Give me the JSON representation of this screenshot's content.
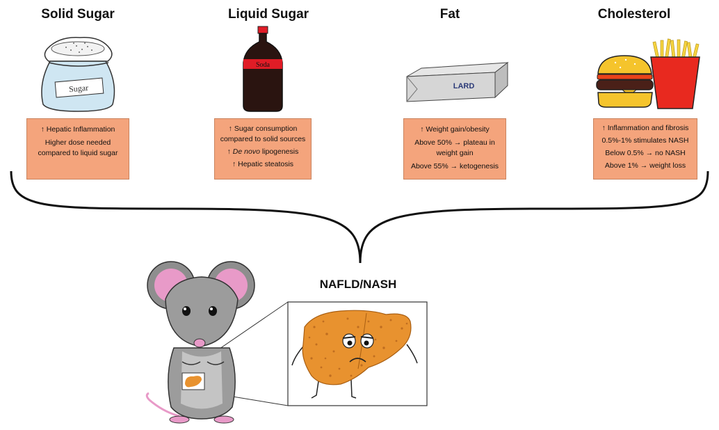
{
  "columns": [
    {
      "title": "Solid Sugar",
      "icon": "sugar-bag-icon",
      "icon_label": "Sugar",
      "lines": [
        "↑ Hepatic Inflammation",
        "Higher dose needed compared to liquid sugar"
      ]
    },
    {
      "title": "Liquid Sugar",
      "icon": "soda-bottle-icon",
      "icon_label": "Soda",
      "lines": [
        "↑ Sugar consumption compared to solid sources",
        "↑ De novo lipogenesis",
        "↑ Hepatic steatosis"
      ]
    },
    {
      "title": "Fat",
      "icon": "lard-block-icon",
      "icon_label": "LARD",
      "lines": [
        "↑ Weight gain/obesity",
        "Above 50% → plateau in weight gain",
        "Above 55% → ketogenesis"
      ]
    },
    {
      "title": "Cholesterol",
      "icon": "burger-fries-icon",
      "lines": [
        "↑ Inflammation and fibrosis",
        "0.5%-1% stimulates NASH",
        "Below 0.5% → no NASH",
        "Above 1% → weight loss"
      ]
    }
  ],
  "outcome": {
    "title": "NAFLD/NASH",
    "icons": [
      "mouse-icon",
      "sad-liver-icon"
    ]
  },
  "colors": {
    "box_fill": "#f4a47c",
    "liver": "#e8922f",
    "mouse": "#9c9c9c",
    "ear": "#e89ac8"
  }
}
